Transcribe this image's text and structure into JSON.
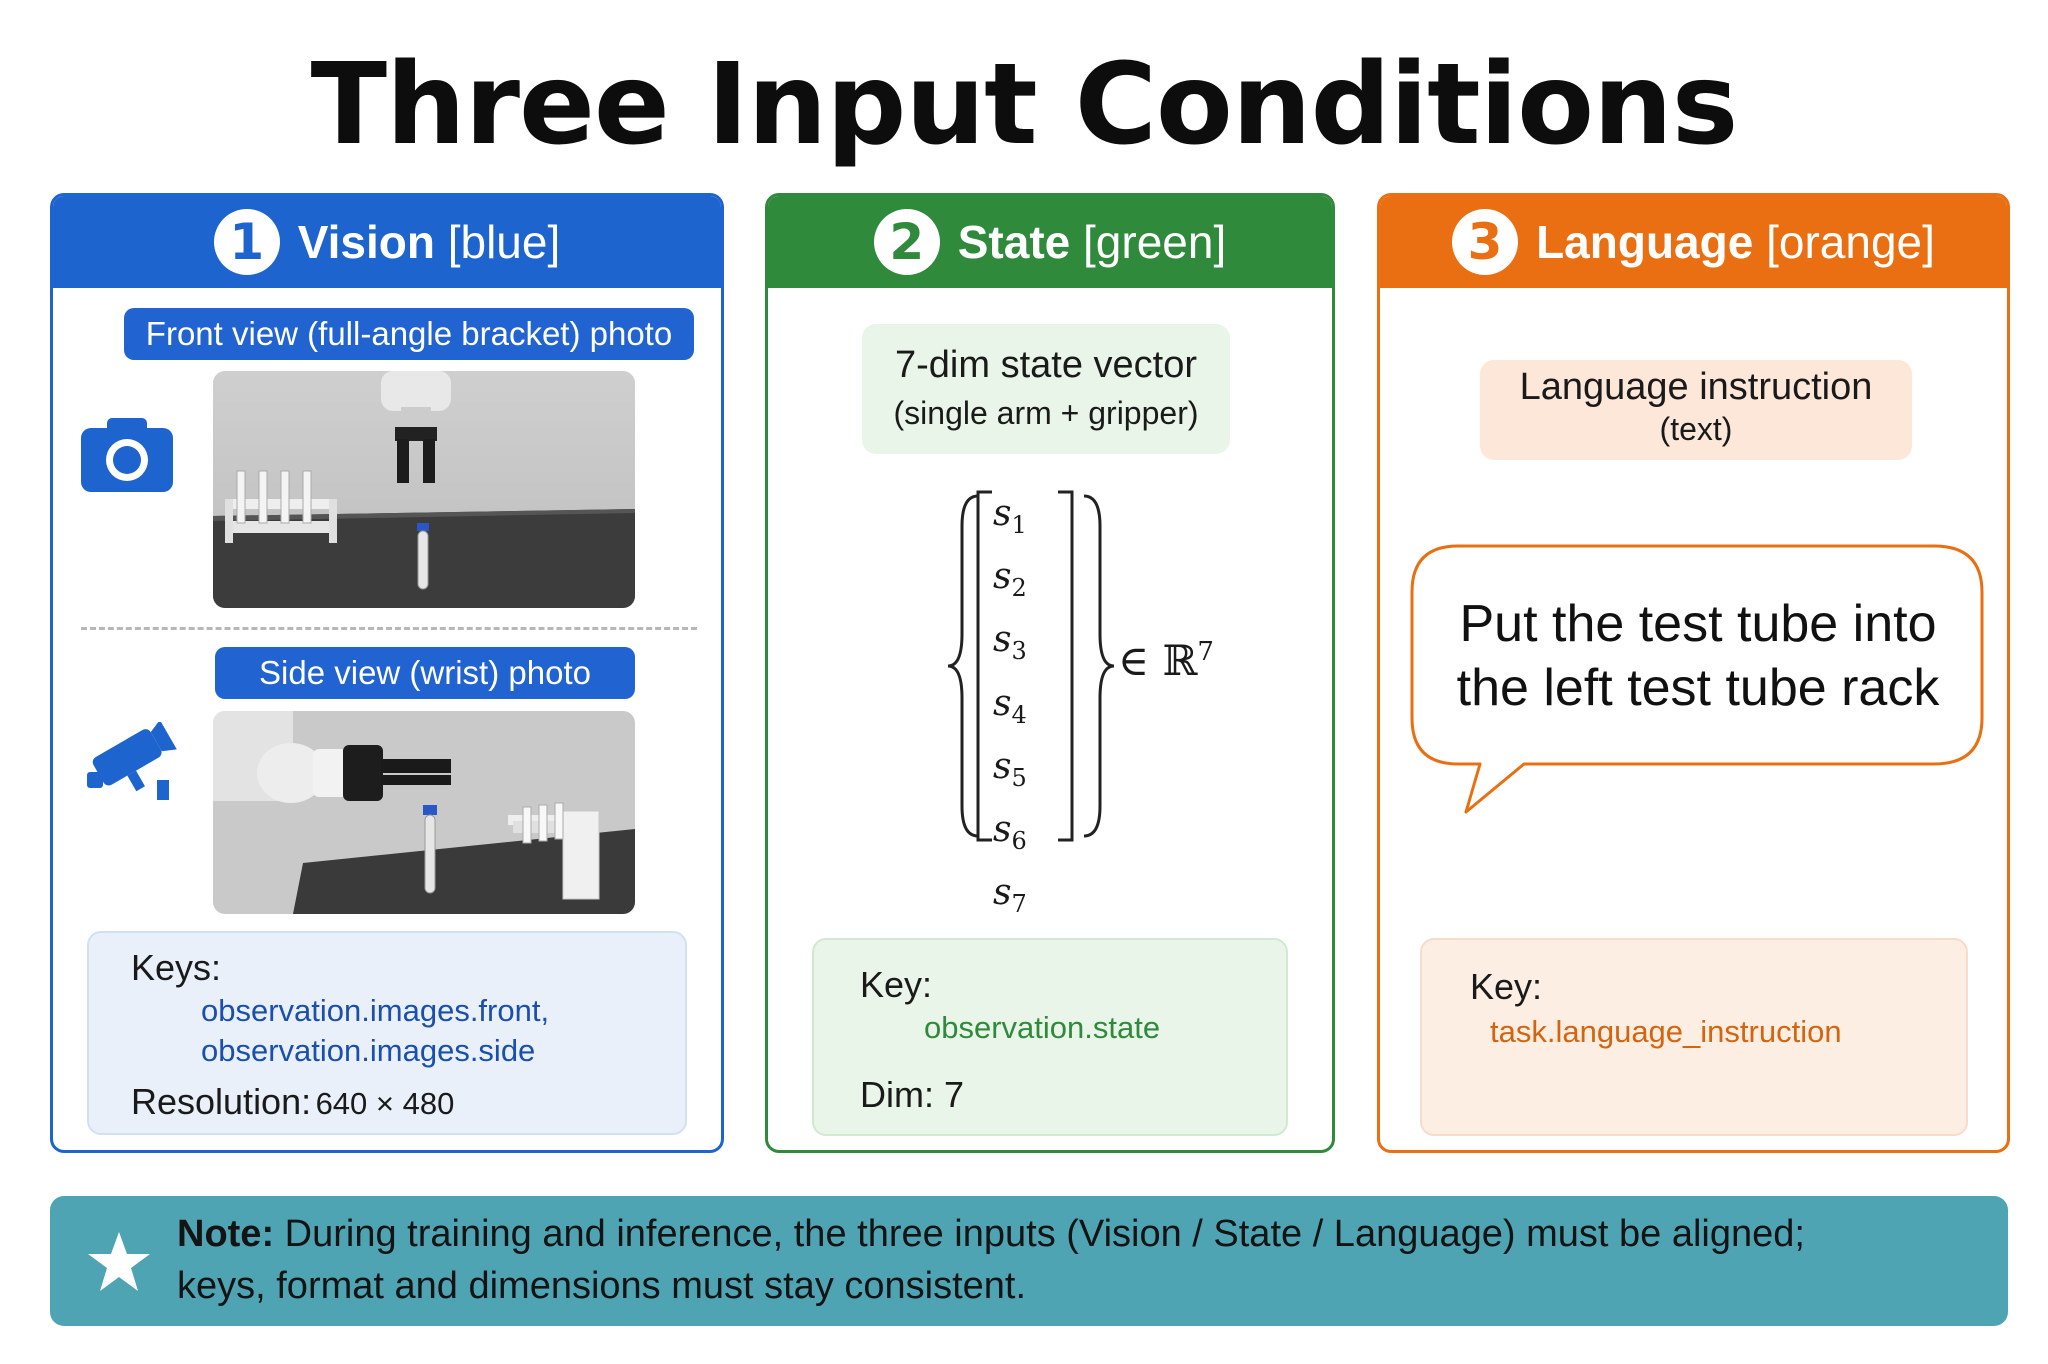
{
  "title": "Three Input Conditions",
  "colors": {
    "vision": "#1e64cf",
    "state": "#2f8a3c",
    "language": "#ea6f12",
    "note": "#4fa4b4"
  },
  "vision": {
    "number": "1",
    "name": "Vision",
    "color_tag": "[blue]",
    "front_label": "Front view (full-angle bracket) photo",
    "side_label": "Side view (wrist) photo",
    "keys_label": "Keys:",
    "key1": "observation.images.front,",
    "key2": "observation.images.side",
    "resolution_label": "Resolution:",
    "resolution_value": "640 × 480",
    "icons": [
      "camera-icon",
      "security-camera-icon"
    ]
  },
  "state": {
    "number": "2",
    "name": "State",
    "color_tag": "[green]",
    "vector_title": "7-dim state vector",
    "vector_sub": "(single arm + gripper)",
    "elements": [
      "s",
      "s",
      "s",
      "s",
      "s",
      "s",
      "s"
    ],
    "subscripts": [
      "1",
      "2",
      "3",
      "4",
      "5",
      "6",
      "7"
    ],
    "space": "∈ ℝ",
    "space_exp": "7",
    "key_label": "Key:",
    "key_value": "observation.state",
    "dim_label": "Dim: 7"
  },
  "language": {
    "number": "3",
    "name": "Language",
    "color_tag": "[orange]",
    "instr_title": "Language instruction",
    "instr_sub": "(text)",
    "bubble_line1": "Put the test tube into",
    "bubble_line2": "the left test tube rack",
    "key_label": "Key:",
    "key_value": "task.language_instruction"
  },
  "note": {
    "label": "Note:",
    "text1": " During training and inference, the three inputs (Vision / State / Language) must be aligned;",
    "text2": "keys, format and dimensions must stay consistent.",
    "icon": "star-icon"
  }
}
